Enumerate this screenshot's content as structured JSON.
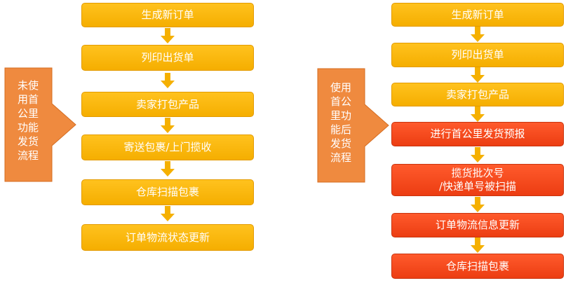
{
  "left_panel": {
    "label": "未使\n用首\n公里\n功能\n发货\n流程",
    "steps": [
      "生成新订单",
      "列印出货单",
      "卖家打包产品",
      "寄送包裹/上门揽收",
      "仓库扫描包裹",
      "订单物流状态更新"
    ]
  },
  "right_panel": {
    "label": "使用\n首公\n里功\n能后\n发货\n流程",
    "steps": [
      "生成新订单",
      "列印出货单",
      "卖家打包产品",
      "进行首公里发货预报",
      "揽货批次号\n/快递单号被扫描",
      "订单物流信息更新",
      "仓库扫描包裹"
    ]
  },
  "colors": {
    "step_normal": "#f7b30d",
    "step_highlight": "#ee4418",
    "callout": "#ef8a3f",
    "arrow": "#f5b000"
  }
}
